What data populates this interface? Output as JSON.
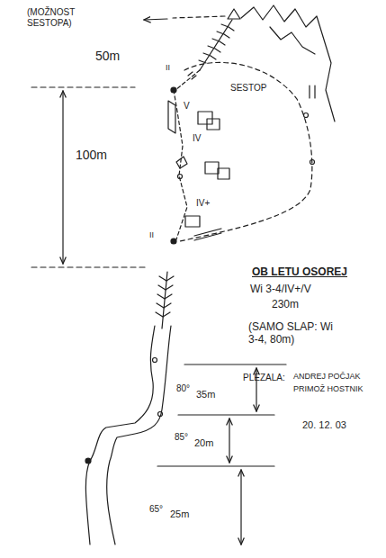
{
  "diagram": {
    "title": "OB LETU OSOREJ",
    "labels": [
      "(MOŽNOST SESTOPA)",
      "50m",
      "100m",
      "II",
      "SESTOP",
      "V",
      "IV",
      "IV+",
      "II",
      "Wi 3-4/IV+/V",
      "230m",
      "(SAMO SLAP: Wi 3-4, 80m)",
      "PLEZALA:",
      "ANDREJ POČJAK",
      "PRIMOŽ HOSTNIK",
      "20. 12. 03",
      "80°",
      "35m",
      "85°",
      "20m",
      "65°",
      "25m"
    ]
  }
}
